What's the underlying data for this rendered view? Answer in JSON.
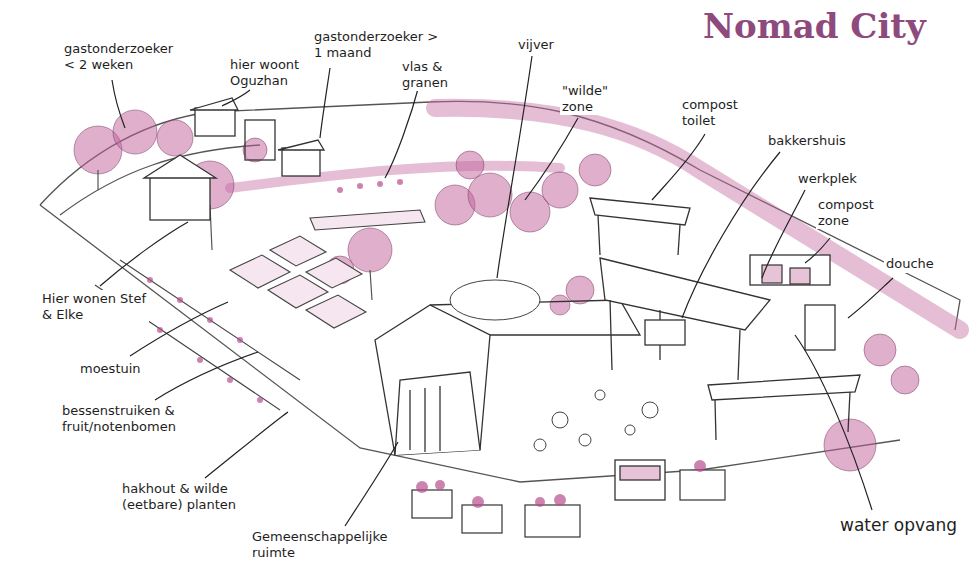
{
  "diagram": {
    "title": "Nomad City",
    "labels": [
      "gastonderzoeker < 2 weken",
      "hier woont Oguzhan",
      "gastonderzoeker > 1 maand",
      "vlas & granen",
      "vijver",
      "\"wilde\" zone",
      "compost toilet",
      "bakkershuis",
      "werkplek",
      "compost zone",
      "douche",
      "Hier wonen Stef & Elke",
      "moestuin",
      "bessenstruiken & fruit/notenbomen",
      "hakhout & wilde (eetbare) planten",
      "Gemeenschappelijke ruimte",
      "water opvang"
    ]
  }
}
